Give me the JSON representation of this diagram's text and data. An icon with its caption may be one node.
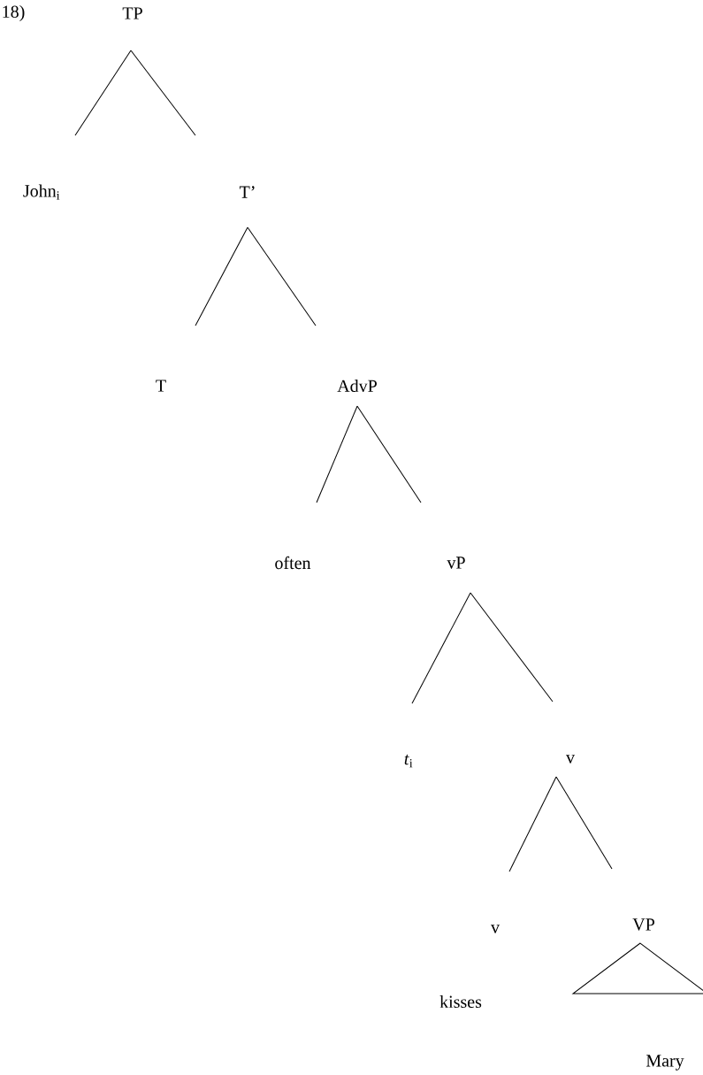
{
  "diagram": {
    "nodes": [
      {
        "text": [
          "TP"
        ]
      },
      {
        "text": [
          "John$_{i}$"
        ]
      },
      {
        "text": [
          "T’"
        ]
      },
      {
        "text": [
          "T"
        ]
      },
      {
        "text": [
          "AdvP"
        ]
      },
      {
        "text": [
          "often"
        ]
      },
      {
        "text": [
          "vP"
        ]
      },
      {
        "text": [
          "*t*$_{i}$"
        ]
      },
      {
        "text": [
          "v"
        ]
      },
      {
        "text": [
          "v"
        ],
        "beside": [
          "kisses"
        ]
      },
      {
        "text": [
          "VP"
        ]
      },
      {
        "text": [
          "Mary"
        ]
      }
    ],
    "edges": [
      {
        "from": 0,
        "to": 1,
        "arrow": "none"
      },
      {
        "from": 0,
        "to": 2,
        "arrow": "none"
      },
      {
        "from": 2,
        "to": 3,
        "arrow": "none"
      },
      {
        "from": 2,
        "to": 4,
        "arrow": "none"
      },
      {
        "from": 4,
        "to": 5,
        "arrow": "none"
      },
      {
        "from": 4,
        "to": 6,
        "arrow": "none"
      },
      {
        "from": 6,
        "to": 7,
        "arrow": "none"
      },
      {
        "from": 6,
        "to": 8,
        "arrow": "none"
      },
      {
        "from": 8,
        "to": 9,
        "arrow": "none"
      },
      {
        "from": 8,
        "to": 10,
        "arrow": "none"
      },
      {
        "from": 10,
        "to": 11,
        "arrow": "none"
      }
    ],
    "labels": [
      "18)"
    ]
  }
}
